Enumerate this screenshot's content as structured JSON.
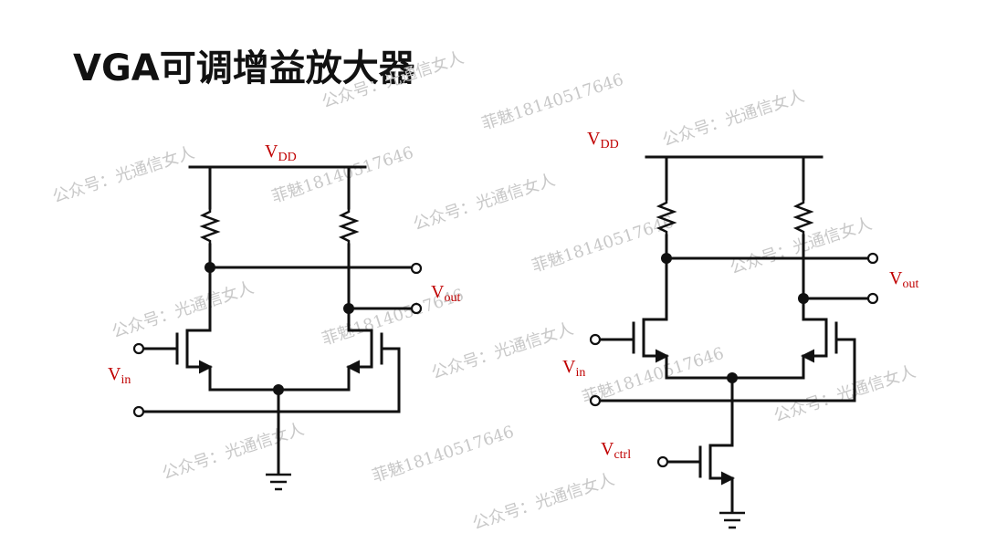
{
  "title": "VGA可调增益放大器",
  "colors": {
    "label": "#c00000",
    "wire": "#111111",
    "watermark": "#c8c8c8"
  },
  "watermarks": [
    "公众号：光通信女人",
    "菲魅18140517646"
  ],
  "left_circuit": {
    "vdd": {
      "main": "V",
      "sub": "DD"
    },
    "vout": {
      "main": "V",
      "sub": "out"
    },
    "vin": {
      "main": "V",
      "sub": "in"
    }
  },
  "right_circuit": {
    "vdd": {
      "main": "V",
      "sub": "DD"
    },
    "vout": {
      "main": "V",
      "sub": "out"
    },
    "vin": {
      "main": "V",
      "sub": "in"
    },
    "vctrl": {
      "main": "V",
      "sub": "ctrl"
    }
  }
}
